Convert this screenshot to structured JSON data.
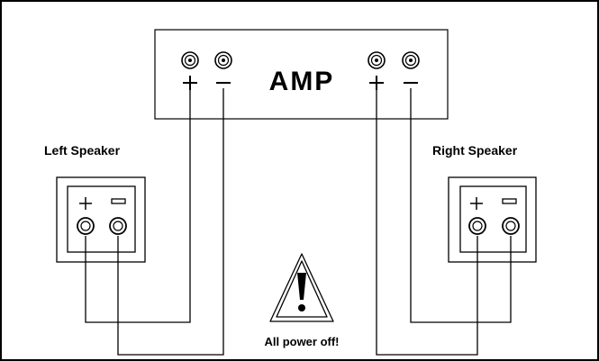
{
  "amp": {
    "label": "AMP"
  },
  "left_speaker": {
    "label": "Left Speaker"
  },
  "right_speaker": {
    "label": "Right Speaker"
  },
  "warning": {
    "text": "All power off!",
    "icon": "warning-triangle-icon"
  },
  "colors": {
    "line": "#000000",
    "background": "#ffffff"
  }
}
